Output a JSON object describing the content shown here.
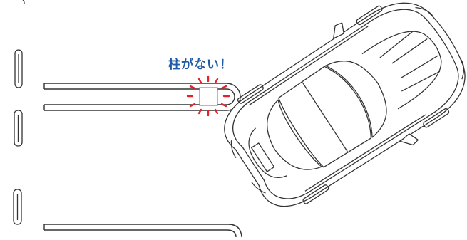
{
  "annotation": {
    "text": "柱がない！",
    "text_color": "#1f5aa8",
    "alert_color": "#e8202a"
  },
  "scene": {
    "objects": [
      "parking-line",
      "wheel-stop",
      "missing-pillar-marker",
      "car-top-view"
    ],
    "line_color": "#333333"
  }
}
